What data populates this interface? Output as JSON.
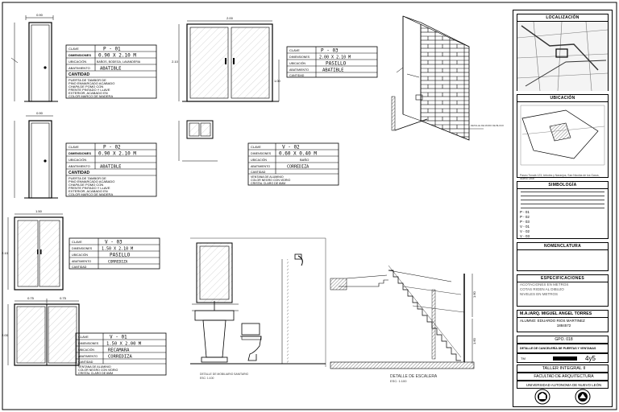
{
  "tables": {
    "p01": {
      "clave_label": "CLAVE",
      "clave": "P - 01",
      "dim_label": "DIMENSIONES",
      "dim": "0.90 X 2.10 M",
      "ubic_label": "UBICACIÓN",
      "ubic": "BAÑOS, BODEGA, LAVANDERIA",
      "acab_label": "ABATIMIENTO",
      "acab": "ABATIBLE",
      "cant_label": "CANTIDAD",
      "desc": [
        "PUERTA DE TAMBOR DE",
        "PINO ENMARCADO ACABADO",
        "CHAPA DE POMO CON",
        "FRENTE PINTADO Y LLAVE",
        "EXTERIOR, ACABADO EN",
        "COLOR MARCO DE MADERA"
      ]
    },
    "p02": {
      "clave_label": "CLAVE",
      "clave": "P - 02",
      "dim_label": "DIMENSIONES",
      "dim": "0.90 X 2.10 M",
      "ubic_label": "UBICACIÓN",
      "ubic": "",
      "acab_label": "ABATIMIENTO",
      "acab": "ABATIBLE",
      "cant_label": "CANTIDAD",
      "desc": [
        "PUERTA DE TAMBOR DE",
        "PINO ENMARCADO ACABADO",
        "CHAPA DE POMO CON",
        "FRENTE PINTADO Y LLAVE",
        "EXTERIOR, ACABADO EN",
        "COLOR MARCO DE MADERA"
      ]
    },
    "p03": {
      "clave_label": "CLAVE",
      "clave": "P - 03",
      "dim_label": "DIMENSIONES",
      "dim": "2.00 X 2.10 M",
      "ubic_label": "UBICACIÓN",
      "ubic": "PASILLO",
      "acab_label": "ABATIMIENTO",
      "acab": "ABATIBLE",
      "cant_label": "CANTIDAD"
    },
    "v02": {
      "clave_label": "CLAVE",
      "clave": "V - 02",
      "dim_label": "DIMENSIONES",
      "dim": "0.60 X 0.40 M",
      "ubic_label": "UBICACIÓN",
      "ubic": "BAÑO",
      "acab_label": "ABATIMIENTO",
      "acab": "CORREDIZA",
      "cant_label": "CANTIDAD",
      "desc": [
        "VENTANA DE ALUMINIO",
        "COLOR NEGRO CON VIDRIO",
        "CRISTAL CLARO DE 6MM"
      ]
    },
    "v03": {
      "clave_label": "CLAVE",
      "clave": "V - 03",
      "dim_label": "DIMENSIONES",
      "dim": "1.50 X 2.10 M",
      "ubic_label": "UBICACIÓN",
      "ubic": "PASILLO",
      "acab_label": "ABATIMIENTO",
      "acab": "CORREDIZA",
      "cant_label": "CANTIDAD"
    },
    "v01": {
      "clave_label": "CLAVE",
      "clave": "V - 01",
      "dim_label": "DIMENSIONES",
      "dim": "1.50 X 2.00 M",
      "ubic_label": "UBICACIÓN",
      "ubic": "RECAMARA",
      "acab_label": "ABATIMIENTO",
      "acab": "CORREDIZA",
      "cant_label": "CANTIDAD",
      "desc": [
        "VENTANA DE ALUMINIO",
        "COLOR NEGRO CON VIDRIO",
        "CRISTAL CLARO DE 6MM"
      ]
    }
  },
  "dims": {
    "door1_w": "0.90",
    "door2_w": "0.90",
    "p03_w": "2.00",
    "p03_h": "2.10",
    "p03_side": "1.00",
    "v03_w": "1.50",
    "v03_h": "2.10",
    "v01_w1": "0.75",
    "v01_w2": "0.75",
    "v01_h": "2.00",
    "stair_h1": "1.60",
    "stair_h2": "1.60"
  },
  "captions": {
    "mobiliario": "DETALLE DE MOBILIARIO SANITARIO",
    "mobiliario_scale": "ESC: 1:100",
    "escalera": "DETALLE DE ESCALERA",
    "escalera_scale": "ESC: 1:100",
    "muro": "DETALLE DE MURO DE BLOCK"
  },
  "titleblock": {
    "localizacion": "LOCALIZACIÓN",
    "ubicacion": "UBICACIÓN",
    "ubic_note": "Paseo Tonalá 123, Arboles y Naranjos, San Nicolás de los Garza, Nuevo León",
    "simbologia": "SIMBOLOGÍA",
    "simb_items": [
      "P - 01",
      "P - 02",
      "P - 03",
      "V - 01",
      "V - 02",
      "V - 03"
    ],
    "nomenclatura": "NOMENCLATURA",
    "especificaciones": "ESPECIFICACIONES",
    "spec_lines": [
      "ACOTACIONES EN METROS",
      "COTAS RIGEN AL DIBUJO",
      "NIVELES EN METROS"
    ],
    "profesor": "M.A./ARQ. MIGUEL ANGEL TORRES",
    "alumno_label": "ALUMNO:",
    "alumno": "EDUARDO RIOS MARTINEZ",
    "matricula": "1884572",
    "grupo": "GPO. 018",
    "plano": "DETALLE DE CANCELERÍA DE PUERTAS Y VENTANAS",
    "clave_plano": "TM",
    "hoja": "4y5",
    "taller": "TALLER INTEGRAL II",
    "facultad": "FACULTAD DE ARQUITECTURA",
    "universidad": "UNIVERSIDAD AUTONOMA DE NUEVO LEÓN"
  }
}
